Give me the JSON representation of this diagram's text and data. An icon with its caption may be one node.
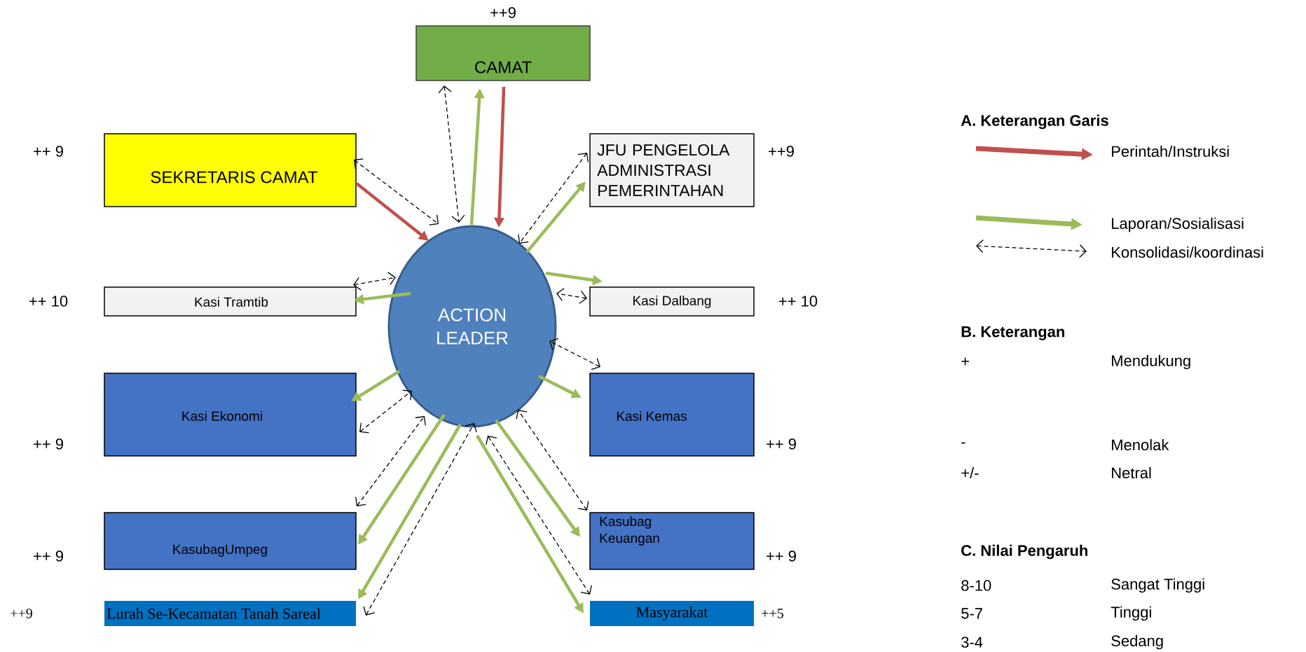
{
  "diagram": {
    "nodes": [
      {
        "text": [
          "CAMAT"
        ],
        "beside": [
          "++9"
        ]
      },
      {
        "text": [
          "SEKRETARIS CAMAT"
        ],
        "beside": [
          "++ 9"
        ]
      },
      {
        "text": [
          "JFU PENGELOLA ADMINISTRASI PEMERINTAHAN"
        ],
        "beside": [
          "++9"
        ]
      },
      {
        "text": [
          "Kasi Tramtib"
        ],
        "beside": [
          "++ 10"
        ]
      },
      {
        "text": [
          "Kasi Dalbang"
        ],
        "beside": [
          "++ 10"
        ]
      },
      {
        "text": [
          "ACTION LEADER"
        ]
      },
      {
        "text": [
          "Kasi Ekonomi"
        ],
        "beside": [
          "++ 9"
        ]
      },
      {
        "text": [
          "Kasi Kemas"
        ],
        "beside": [
          "++ 9"
        ]
      },
      {
        "text": [
          "KasubagUmpeg"
        ],
        "beside": [
          "++ 9"
        ]
      },
      {
        "text": [
          "Kasubag Keuangan"
        ],
        "beside": [
          "++ 9"
        ]
      },
      {
        "text": [
          "Lurah Se-Kecamatan Tanah Sareal"
        ]
      },
      {
        "text": [
          "Masyarakat"
        ],
        "beside": [
          "++5"
        ]
      }
    ],
    "edges": [
      {
        "from": 0,
        "to": 5,
        "arrow": "to",
        "color": "#c0504d"
      },
      {
        "from": 5,
        "to": 0,
        "arrow": "to",
        "color": "#9bbb59"
      },
      {
        "from": 0,
        "to": 5,
        "arrow": "both",
        "style": "dashed",
        "color": "#000000"
      },
      {
        "from": 1,
        "to": 5,
        "arrow": "to",
        "color": "#c0504d"
      },
      {
        "from": 1,
        "to": 5,
        "arrow": "both",
        "style": "dashed",
        "color": "#000000"
      },
      {
        "from": 5,
        "to": 2,
        "arrow": "to",
        "color": "#9bbb59"
      },
      {
        "from": 2,
        "to": 5,
        "arrow": "both",
        "style": "dashed",
        "color": "#000000"
      },
      {
        "from": 5,
        "to": 3,
        "arrow": "to",
        "color": "#9bbb59"
      },
      {
        "from": 3,
        "to": 5,
        "arrow": "both",
        "style": "dashed",
        "color": "#000000"
      },
      {
        "from": 5,
        "to": 4,
        "arrow": "to",
        "color": "#9bbb59"
      },
      {
        "from": 4,
        "to": 5,
        "arrow": "both",
        "style": "dashed",
        "color": "#000000"
      },
      {
        "from": 5,
        "to": 6,
        "arrow": "to",
        "color": "#9bbb59"
      },
      {
        "from": 6,
        "to": 5,
        "arrow": "both",
        "style": "dashed",
        "color": "#000000"
      },
      {
        "from": 5,
        "to": 7,
        "arrow": "to",
        "color": "#9bbb59"
      },
      {
        "from": 7,
        "to": 5,
        "arrow": "both",
        "style": "dashed",
        "color": "#000000"
      },
      {
        "from": 5,
        "to": 8,
        "arrow": "to",
        "color": "#9bbb59"
      },
      {
        "from": 8,
        "to": 5,
        "arrow": "both",
        "style": "dashed",
        "color": "#000000"
      },
      {
        "from": 5,
        "to": 9,
        "arrow": "to",
        "color": "#9bbb59"
      },
      {
        "from": 9,
        "to": 5,
        "arrow": "both",
        "style": "dashed",
        "color": "#000000"
      },
      {
        "from": 5,
        "to": 10,
        "arrow": "to",
        "color": "#9bbb59"
      },
      {
        "from": 10,
        "to": 5,
        "arrow": "both",
        "style": "dashed",
        "color": "#000000"
      },
      {
        "from": 5,
        "to": 11,
        "arrow": "to",
        "color": "#9bbb59"
      },
      {
        "from": 11,
        "to": 5,
        "arrow": "both",
        "style": "dashed",
        "color": "#000000"
      }
    ],
    "labels": [
      "A. Keterangan Garis",
      "B. Keterangan",
      "+",
      "Mendukung",
      "-",
      "Menolak",
      "+/-",
      "Netral",
      "C. Nilai Pengaruh",
      "8-10",
      "Sangat Tinggi",
      "5-7",
      "Tinggi",
      "3-4",
      "Sedang",
      "++9"
    ],
    "legend": [
      {
        "text": "Perintah/Instruksi"
      },
      {
        "text": "Laporan/Sosialisasi"
      },
      {
        "text": "Konsolidasi/koordinasi"
      }
    ]
  }
}
